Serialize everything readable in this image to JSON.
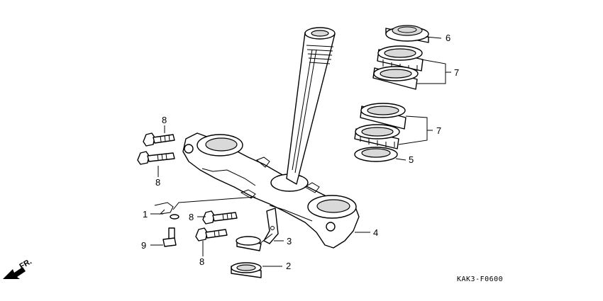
{
  "diagram": {
    "direction_label": "FR.",
    "drawing_code": "KAK3-F0600",
    "callouts": {
      "c1": "1",
      "c2": "2",
      "c3": "3",
      "c4": "4",
      "c5": "5",
      "c6": "6",
      "c7a": "7",
      "c7b": "7",
      "c8a": "8",
      "c8b": "8",
      "c8c": "8",
      "c8d": "8",
      "c9": "9"
    }
  }
}
